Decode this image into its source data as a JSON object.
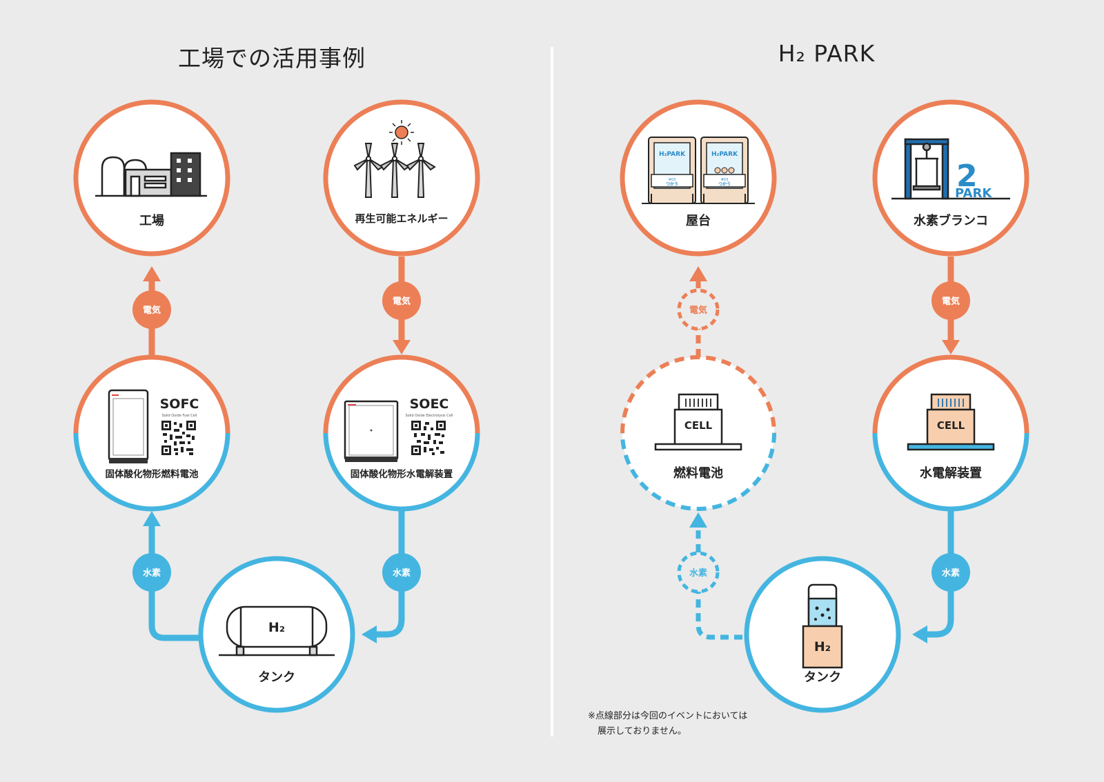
{
  "left_panel": {
    "title": "工場での活用事例",
    "nodes": {
      "factory": "工場",
      "renewable": "再生可能エネルギー",
      "sofc": "固体酸化物形燃料電池",
      "soec": "固体酸化物形水電解装置",
      "tank": "タンク"
    },
    "badges": {
      "factory_elec": "電気",
      "renewable_elec": "電気",
      "sofc_h2": "水素",
      "soec_h2": "水素"
    },
    "device_labels": {
      "sofc_title": "SOFC",
      "sofc_sub": "Solid Oxide Fuel Cell",
      "soec_title": "SOEC",
      "soec_sub": "Solid Oxide Electrolysis Cell",
      "tank_label": "H₂"
    }
  },
  "right_panel": {
    "title": "H₂ PARK",
    "nodes": {
      "stall": "屋台",
      "swing": "水素ブランコ",
      "fuelcell": "燃料電池",
      "electrolyzer": "水電解装置",
      "tank": "タンク"
    },
    "badges": {
      "stall_elec": "電気",
      "swing_elec": "電気",
      "fuelcell_h2": "水素",
      "electrolyzer_h2": "水素"
    },
    "device_labels": {
      "cell1": "CELL",
      "cell2": "CELL",
      "tank_label": "H₂",
      "stall_sign1": "H₂PARK",
      "stall_sign2": "H₂PARK",
      "stall_num1": "#03",
      "stall_num2": "#03",
      "stall_txt1": "つかう",
      "stall_txt2": "つかう",
      "swing_logo_big": "2",
      "swing_logo_small": "PARK"
    },
    "note_line1": "※点線部分は今回のイベントにおいては",
    "note_line2": "展示しておりません。"
  },
  "colors": {
    "orange": "#ec7f56",
    "blue": "#44b5e0",
    "dark": "#222222",
    "background": "#ebebeb",
    "cell_fill": "#f8cfae",
    "water": "#a9dff2"
  }
}
